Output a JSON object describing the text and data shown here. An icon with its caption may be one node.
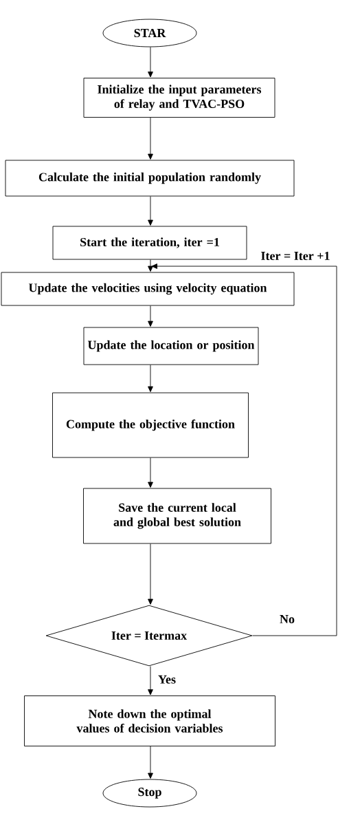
{
  "diagram": {
    "nodes": [
      {
        "text": [
          "STAR"
        ]
      },
      {
        "text": [
          "Initialize the input parameters of relay and TVAC-PSO"
        ]
      },
      {
        "text": [
          "Calculate the initial population randomly"
        ]
      },
      {
        "text": [
          "Start the iteration, iter =1"
        ]
      },
      {
        "text": [
          "Update the velocities using velocity equation"
        ]
      },
      {
        "text": [
          "Update the location or position"
        ]
      },
      {
        "text": [
          "Compute the objective function"
        ]
      },
      {
        "text": [
          "Save the current local and global best solution"
        ]
      },
      {
        "text": [
          "Iter = Itermax"
        ]
      },
      {
        "text": [
          "Note down the optimal values of decision variables"
        ]
      },
      {
        "text": [
          "Stop"
        ]
      }
    ],
    "edges": [
      {
        "from": 0,
        "to": 1,
        "arrow": "to"
      },
      {
        "from": 1,
        "to": 2,
        "arrow": "to"
      },
      {
        "from": 2,
        "to": 3,
        "arrow": "to"
      },
      {
        "from": 3,
        "to": 4,
        "arrow": "to"
      },
      {
        "from": 4,
        "to": 5,
        "arrow": "to"
      },
      {
        "from": 5,
        "to": 6,
        "arrow": "to"
      },
      {
        "from": 6,
        "to": 7,
        "arrow": "to"
      },
      {
        "from": 7,
        "to": 8,
        "arrow": "to"
      },
      {
        "from": 8,
        "to": 4,
        "arrow": "to",
        "label": "No"
      },
      {
        "from": 8,
        "to": 9,
        "arrow": "to",
        "label": "Yes"
      },
      {
        "from": 9,
        "to": 10,
        "arrow": "to"
      }
    ],
    "labels": [
      "Iter = Iter +1"
    ]
  }
}
